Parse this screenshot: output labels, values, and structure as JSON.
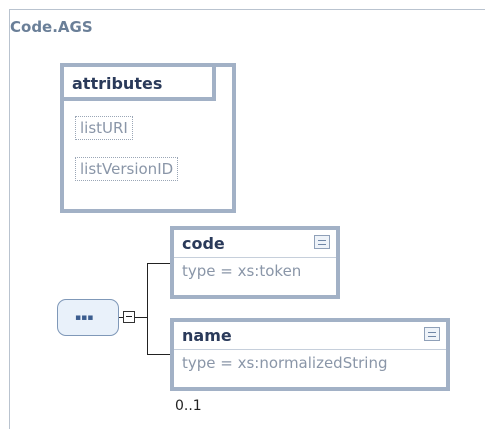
{
  "root": {
    "title": "Code.AGS"
  },
  "attributes": {
    "title": "attributes",
    "items": [
      "listURI",
      "listVersionID"
    ]
  },
  "sequence": {
    "symbol": "▪▪▪",
    "toggle_icon": "minus-box"
  },
  "elements": [
    {
      "name": "code",
      "type": "type = xs:token",
      "icon": "documentation-icon"
    },
    {
      "name": "name",
      "type": "type = xs:normalizedString",
      "icon": "documentation-icon",
      "occurrence": "0..1"
    }
  ],
  "colors": {
    "border": "#a2b1c6",
    "title": "#6a7f98",
    "muted_text": "#8a96a8",
    "sequence_fill": "#e9f1fa"
  }
}
